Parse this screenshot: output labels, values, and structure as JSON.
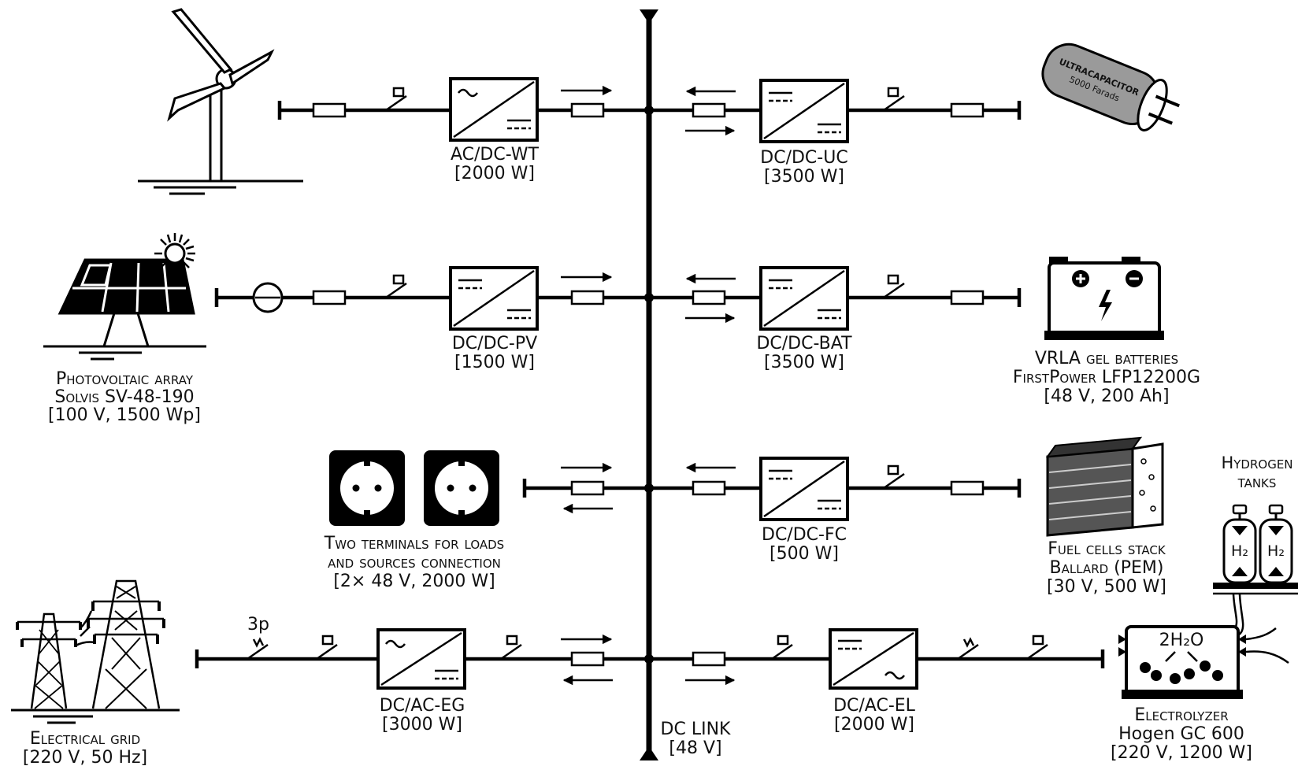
{
  "bus": {
    "name": "DC LINK",
    "voltage": "[48 V]"
  },
  "converters": {
    "wt": {
      "name": "AC/DC-WT",
      "rating": "[2000 W]"
    },
    "uc": {
      "name": "DC/DC-UC",
      "rating": "[3500 W]"
    },
    "pv": {
      "name": "DC/DC-PV",
      "rating": "[1500 W]"
    },
    "bat": {
      "name": "DC/DC-BAT",
      "rating": "[3500 W]"
    },
    "fc": {
      "name": "DC/DC-FC",
      "rating": "[500 W]"
    },
    "eg": {
      "name": "DC/AC-EG",
      "rating": "[3000 W]"
    },
    "el": {
      "name": "DC/AC-EL",
      "rating": "[2000 W]"
    }
  },
  "devices": {
    "pv": {
      "line1": "Photovoltaic array",
      "line2": "Solvis SV-48-190",
      "line3": "[100 V, 1500 Wp]"
    },
    "battery": {
      "line1": "VRLA gel batteries",
      "line2": "FirstPower LFP12200G",
      "line3": "[48 V, 200 Ah]"
    },
    "terminals": {
      "line1": "Two terminals for loads",
      "line2": "and sources connection",
      "line3": "[2× 48 V, 2000 W]"
    },
    "fuelcell": {
      "line1": "Fuel cells stack",
      "line2": "Ballard (PEM)",
      "line3": "[30 V, 500 W]"
    },
    "tanks": {
      "line1": "Hydrogen",
      "line2": "tanks",
      "h2": "H₂"
    },
    "grid": {
      "line1": "Electrical grid",
      "line2": "[220 V, 50 Hz]",
      "phase": "3p"
    },
    "electrolyzer": {
      "line1": "Electrolyzer",
      "line2": "Hogen GC 600",
      "line3": "[220 V, 1200 W]",
      "formula": "2H₂O"
    },
    "ultracap": {
      "line1": "ULTRACAPACITOR",
      "line2": "5000 Farads"
    }
  }
}
